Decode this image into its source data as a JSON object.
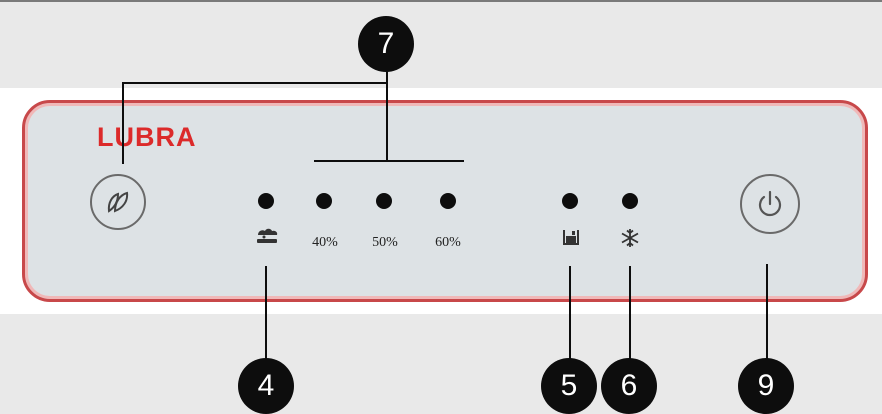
{
  "brand": {
    "logo_text": "LUBRA",
    "color": "#dc2a2a"
  },
  "panel": {
    "border_color": "#c8484a",
    "background": "#dde2e5"
  },
  "humidity_levels": [
    {
      "label": "40%"
    },
    {
      "label": "50%"
    },
    {
      "label": "60%"
    }
  ],
  "icons": {
    "mode_button": "leaf-icon",
    "continuous_mode": "dehumidify-icon",
    "tank_full": "water-tank-icon",
    "defrost": "snowflake-icon",
    "power_button": "power-icon"
  },
  "callouts": {
    "mode_and_humidity": "7",
    "continuous": "4",
    "tank_full": "5",
    "defrost": "6",
    "power": "9"
  }
}
